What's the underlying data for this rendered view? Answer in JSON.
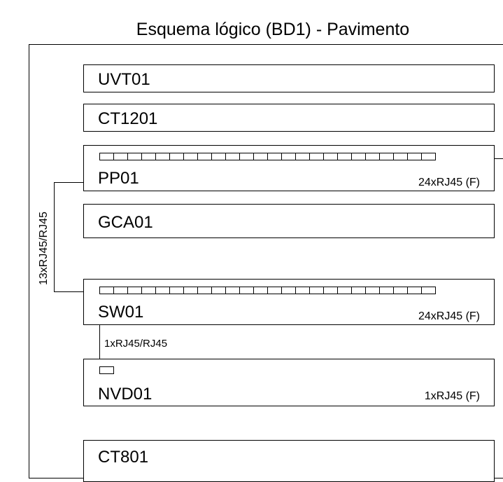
{
  "title": "Esquema lógico (BD1) - Pavimento",
  "boxes": {
    "uvt": {
      "name": "UVT01"
    },
    "ct1201": {
      "name": "CT1201"
    },
    "pp": {
      "name": "PP01",
      "spec": "24xRJ45 (F)",
      "port_count": 24
    },
    "gca": {
      "name": "GCA01"
    },
    "sw": {
      "name": "SW01",
      "spec": "24xRJ45 (F)",
      "port_count": 24
    },
    "nvd": {
      "name": "NVD01",
      "spec": "1xRJ45 (F)",
      "port_count": 1
    },
    "ct801": {
      "name": "CT801"
    }
  },
  "connections": {
    "pp_sw": "13xRJ45/RJ45",
    "sw_nvd": "1xRJ45/RJ45"
  }
}
